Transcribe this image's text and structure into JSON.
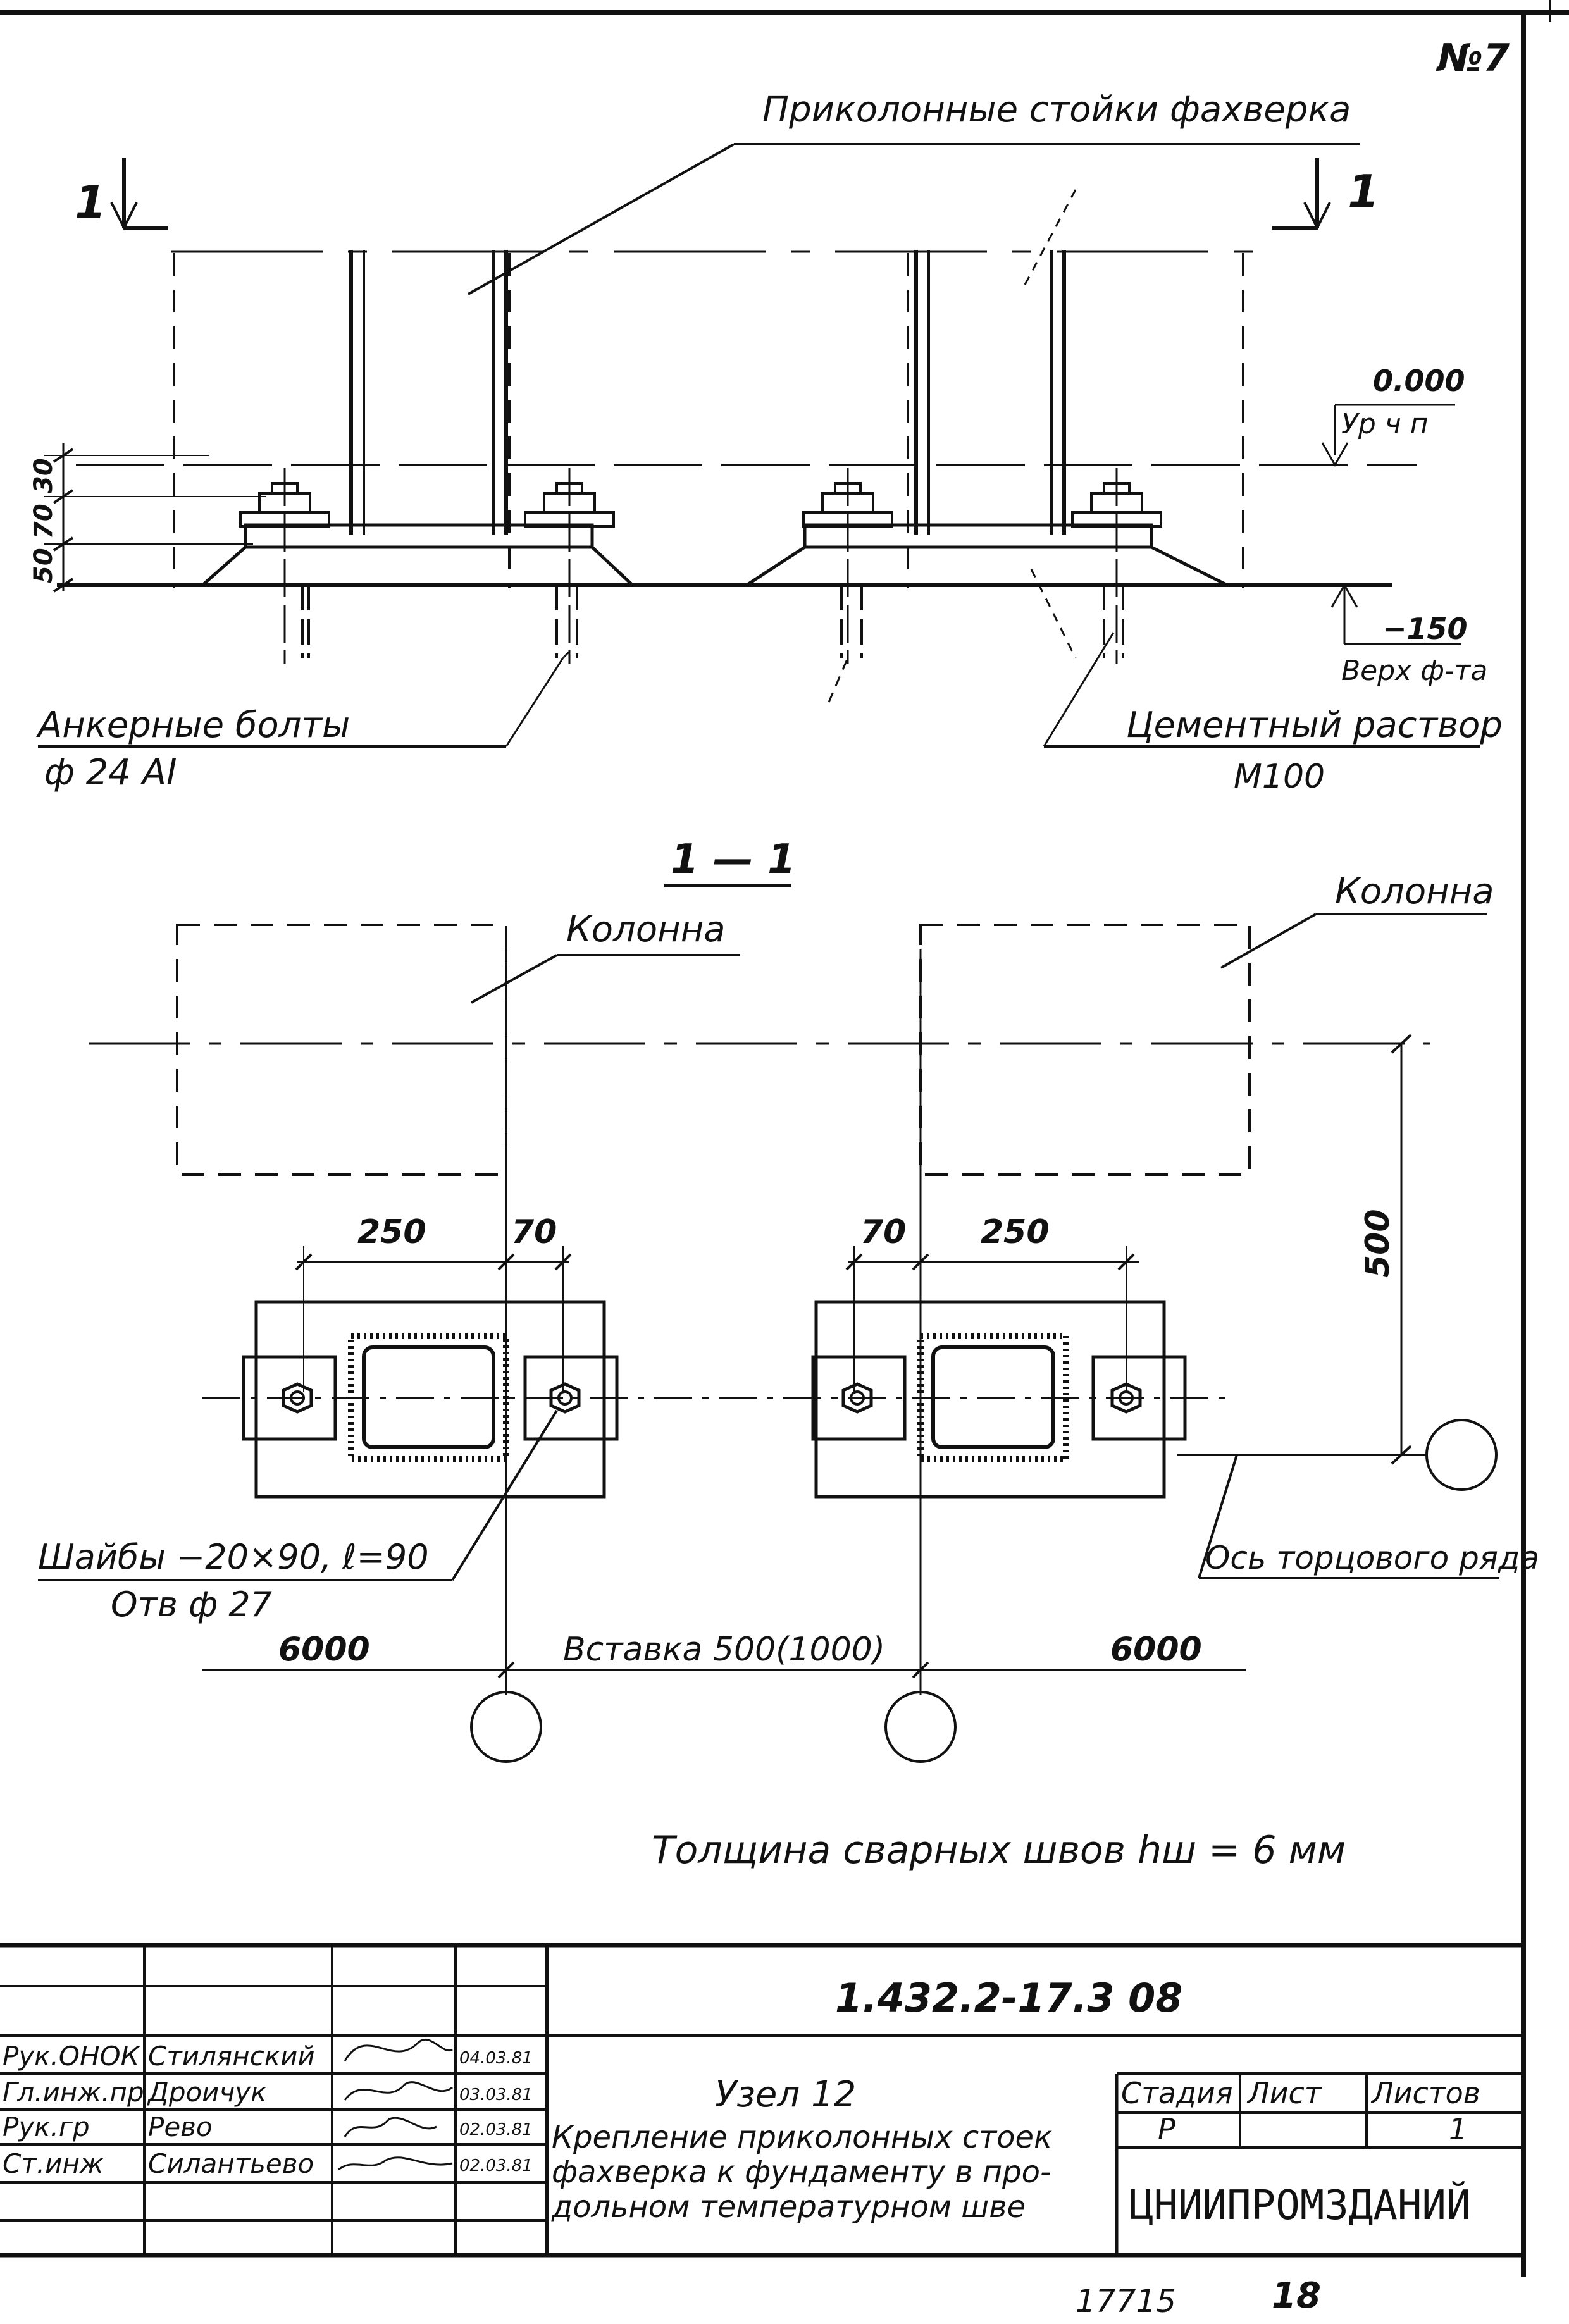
{
  "sheet": {
    "number": "№7"
  },
  "elevation": {
    "callout_posts": "Приколонные стойки фахверка",
    "section_mark": "1",
    "level_top": "0.000",
    "level_top_sub": "Ур ч п",
    "level_found": "−150",
    "level_found_sub": "Верх ф-та",
    "anchor_bolts": "Анкерные болты",
    "anchor_bolts_spec": "ф 24 AI",
    "mortar": "Цементный раствор",
    "mortar_spec": "М100",
    "dims_vertical": [
      "30",
      "70",
      "50"
    ]
  },
  "plan": {
    "title": "1 — 1",
    "column_label_left": "Колонна",
    "column_label_right": "Колонна",
    "dim_250": "250",
    "dim_70": "70",
    "dim_500": "500",
    "washer": "Шайбы −20×90, ℓ=90",
    "washer_hole": "Отв ф 27",
    "axis_end_row": "Ось торцового ряда",
    "span_left": "6000",
    "insert": "Вставка 500(1000)",
    "span_right": "6000"
  },
  "weld_note": "Толщина сварных швов hш = 6 мм",
  "title_block": {
    "doc_code": "1.432.2-17.3  08",
    "rows": [
      {
        "role": "Рук.ОНОК",
        "name": "Стилянский",
        "date": "04.03.81"
      },
      {
        "role": "Гл.инж.пр",
        "name": "Дроичук",
        "date": "03.03.81"
      },
      {
        "role": "Рук.гр",
        "name": "Рево",
        "date": "02.03.81"
      },
      {
        "role": "Ст.инж",
        "name": "Силантьево",
        "date": "02.03.81"
      }
    ],
    "node": "Узел 12",
    "desc_lines": [
      "Крепление приколонных стоек",
      "фахверка к фундаменту в про-",
      "дольном температурном шве"
    ],
    "stage_label": "Стадия",
    "sheet_label": "Лист",
    "sheets_label": "Листов",
    "stage_value": "Р",
    "sheets_value": "1",
    "org": "ЦНИИПРОМЗДАНИЙ"
  },
  "footer": {
    "number": "17715",
    "page": "18"
  }
}
